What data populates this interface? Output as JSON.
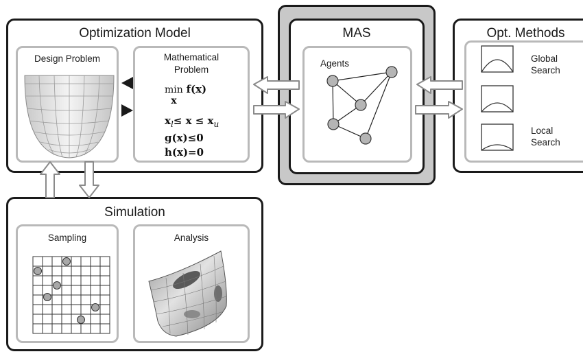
{
  "optimization_model": {
    "title": "Optimization Model",
    "design_problem": {
      "title": "Design Problem"
    },
    "math_problem": {
      "title_line1": "Mathematical",
      "title_line2": "Problem",
      "eq1_prefix": "min",
      "eq1_under": "x",
      "eq1_main": "f(x)",
      "eq2": "x",
      "eq2_sub_l": "l",
      "eq2_mid": "≤ x ≤ x",
      "eq2_sub_u": "u",
      "eq3": "g(x)≤0",
      "eq4": "h(x)=0"
    }
  },
  "mas": {
    "title": "MAS",
    "agents_label": "Agents"
  },
  "opt_methods": {
    "title": "Opt. Methods",
    "global_line1": "Global",
    "global_line2": "Search",
    "local_line1": "Local",
    "local_line2": "Search"
  },
  "simulation": {
    "title": "Simulation",
    "sampling": {
      "title": "Sampling"
    },
    "analysis": {
      "title": "Analysis"
    }
  },
  "colors": {
    "outline": "#1a1a1a",
    "panel_border": "#b9b9b9",
    "mas_frame": "#c8c8c8",
    "node_fill": "#b5b5b5",
    "arrow_fill": "#ffffff",
    "arrow_stroke": "#8a8a8a"
  }
}
